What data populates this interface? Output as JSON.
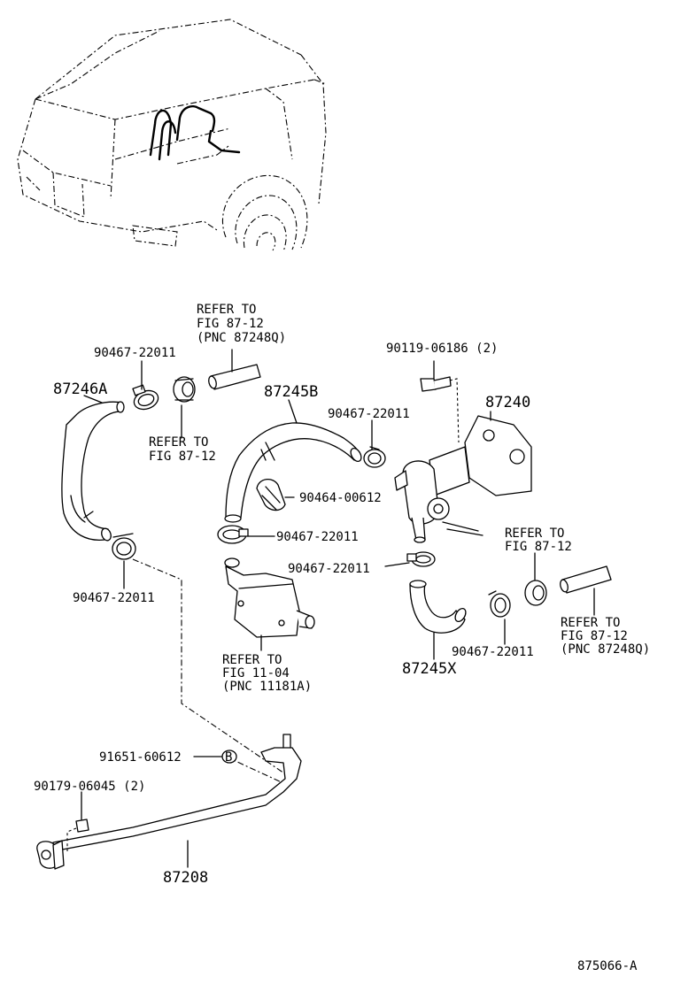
{
  "labels": {
    "refer_hose_top_1": "REFER TO",
    "refer_hose_top_2": "FIG 87-12",
    "refer_hose_top_3": "(PNC 87248Q)",
    "clamp_top_left": "90467-22011",
    "bolt": "90119-06186 (2)",
    "hose_87246a": "87246A",
    "hose_87245b": "87245B",
    "valve_87240": "87240",
    "clamp_mid": "90467-22011",
    "refer_grommet_1": "REFER TO",
    "refer_grommet_2": "FIG 87-12",
    "clip_90464": "90464-00612",
    "clamp_lower_mid": "90467-22011",
    "refer_right_1": "REFER TO",
    "refer_right_2": "FIG 87-12",
    "clamp_right": "90467-22011",
    "clamp_left_bottom": "90467-22011",
    "refer_pipe_right_1": "REFER TO",
    "refer_pipe_right_2": "FIG 87-12",
    "refer_pipe_right_3": "(PNC 87248Q)",
    "refer_housing_1": "REFER TO",
    "refer_housing_2": "FIG 11-04",
    "refer_housing_3": "(PNC 11181A)",
    "clamp_bottom_right": "90467-22011",
    "hose_87245x": "87245X",
    "plug": "91651-60612",
    "plug_mark": "B",
    "nut": "90179-06045 (2)",
    "pipe_87208": "87208",
    "figure_number": "875066-A"
  }
}
